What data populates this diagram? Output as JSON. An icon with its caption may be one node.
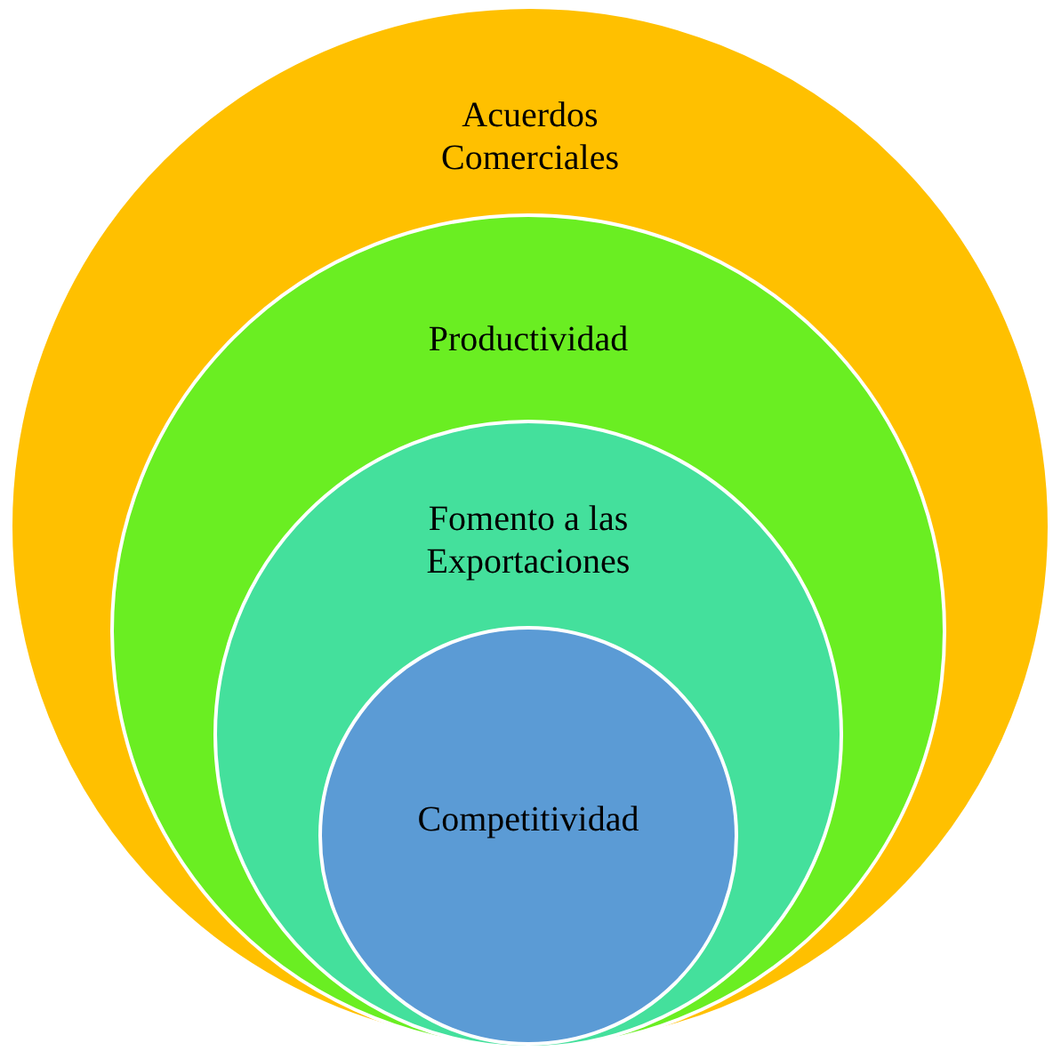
{
  "diagram": {
    "nodes": [
      {
        "text": [
          "Acuerdos Comerciales"
        ]
      },
      {
        "text": [
          "Productividad"
        ],
        "in": 0
      },
      {
        "text": [
          "Fomento a las Exportaciones"
        ],
        "in": 1
      },
      {
        "text": [
          "Competitividad"
        ],
        "in": 2
      }
    ]
  }
}
